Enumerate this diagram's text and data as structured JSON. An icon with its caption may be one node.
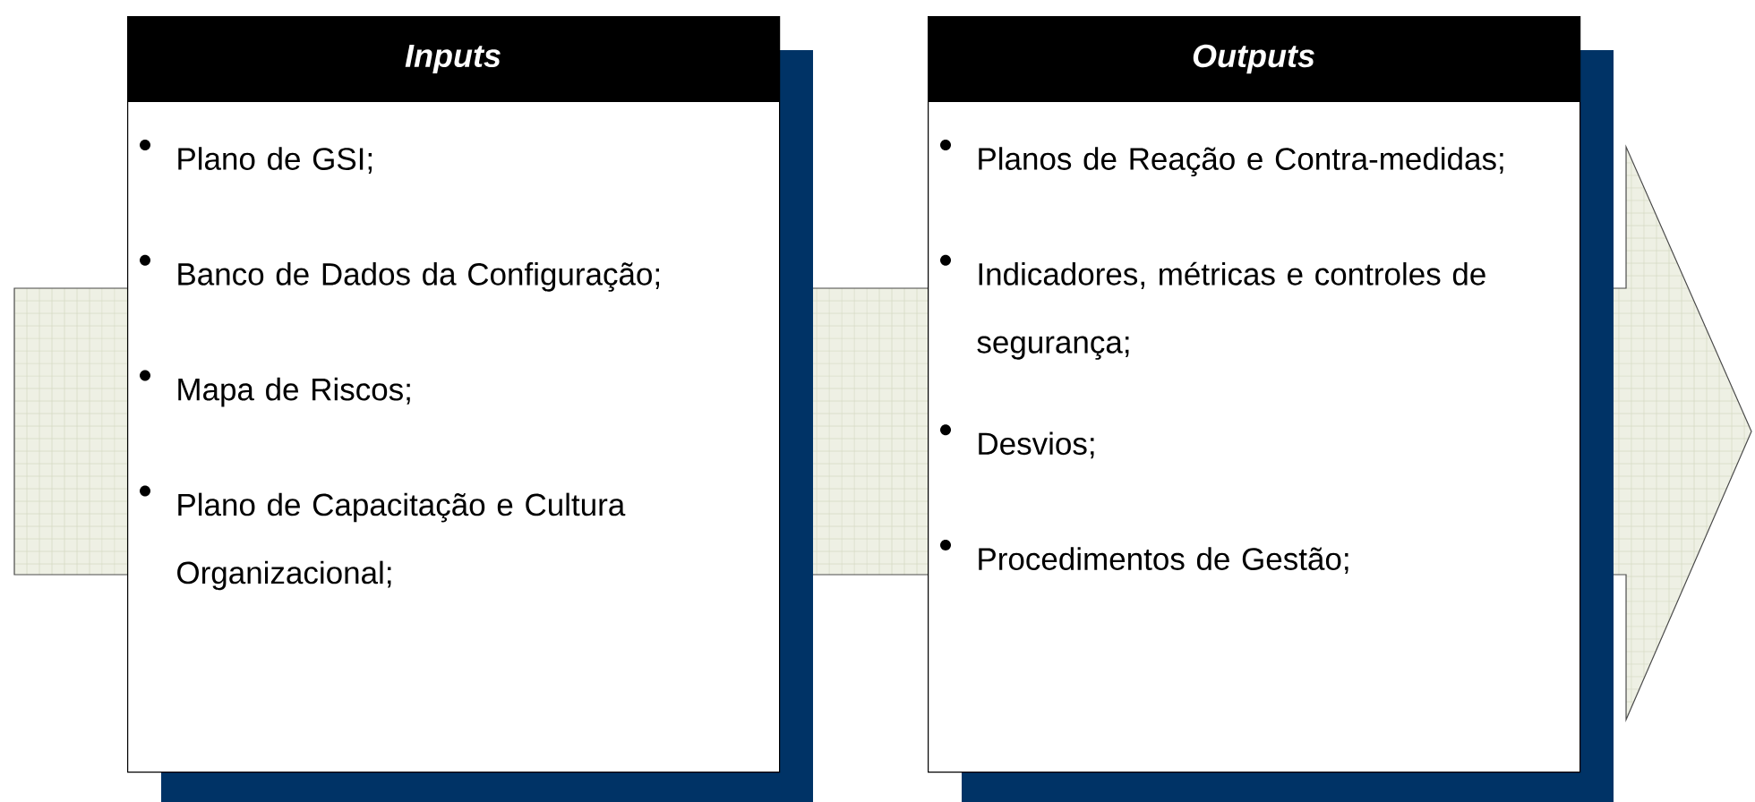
{
  "diagram": {
    "nodes": [
      {
        "text": [
          "Inputs",
          "Plano de GSI;",
          "Banco de Dados da Configuração;",
          "Mapa de Riscos;",
          "Plano de Capacitação e Cultura Organizacional;"
        ]
      },
      {
        "text": [
          "Outputs",
          "Planos de Reação e Contra-medidas;",
          "Indicadores, métricas e controles de segurança;",
          "Desvios;",
          "Procedimentos de Gestão;"
        ]
      }
    ]
  }
}
